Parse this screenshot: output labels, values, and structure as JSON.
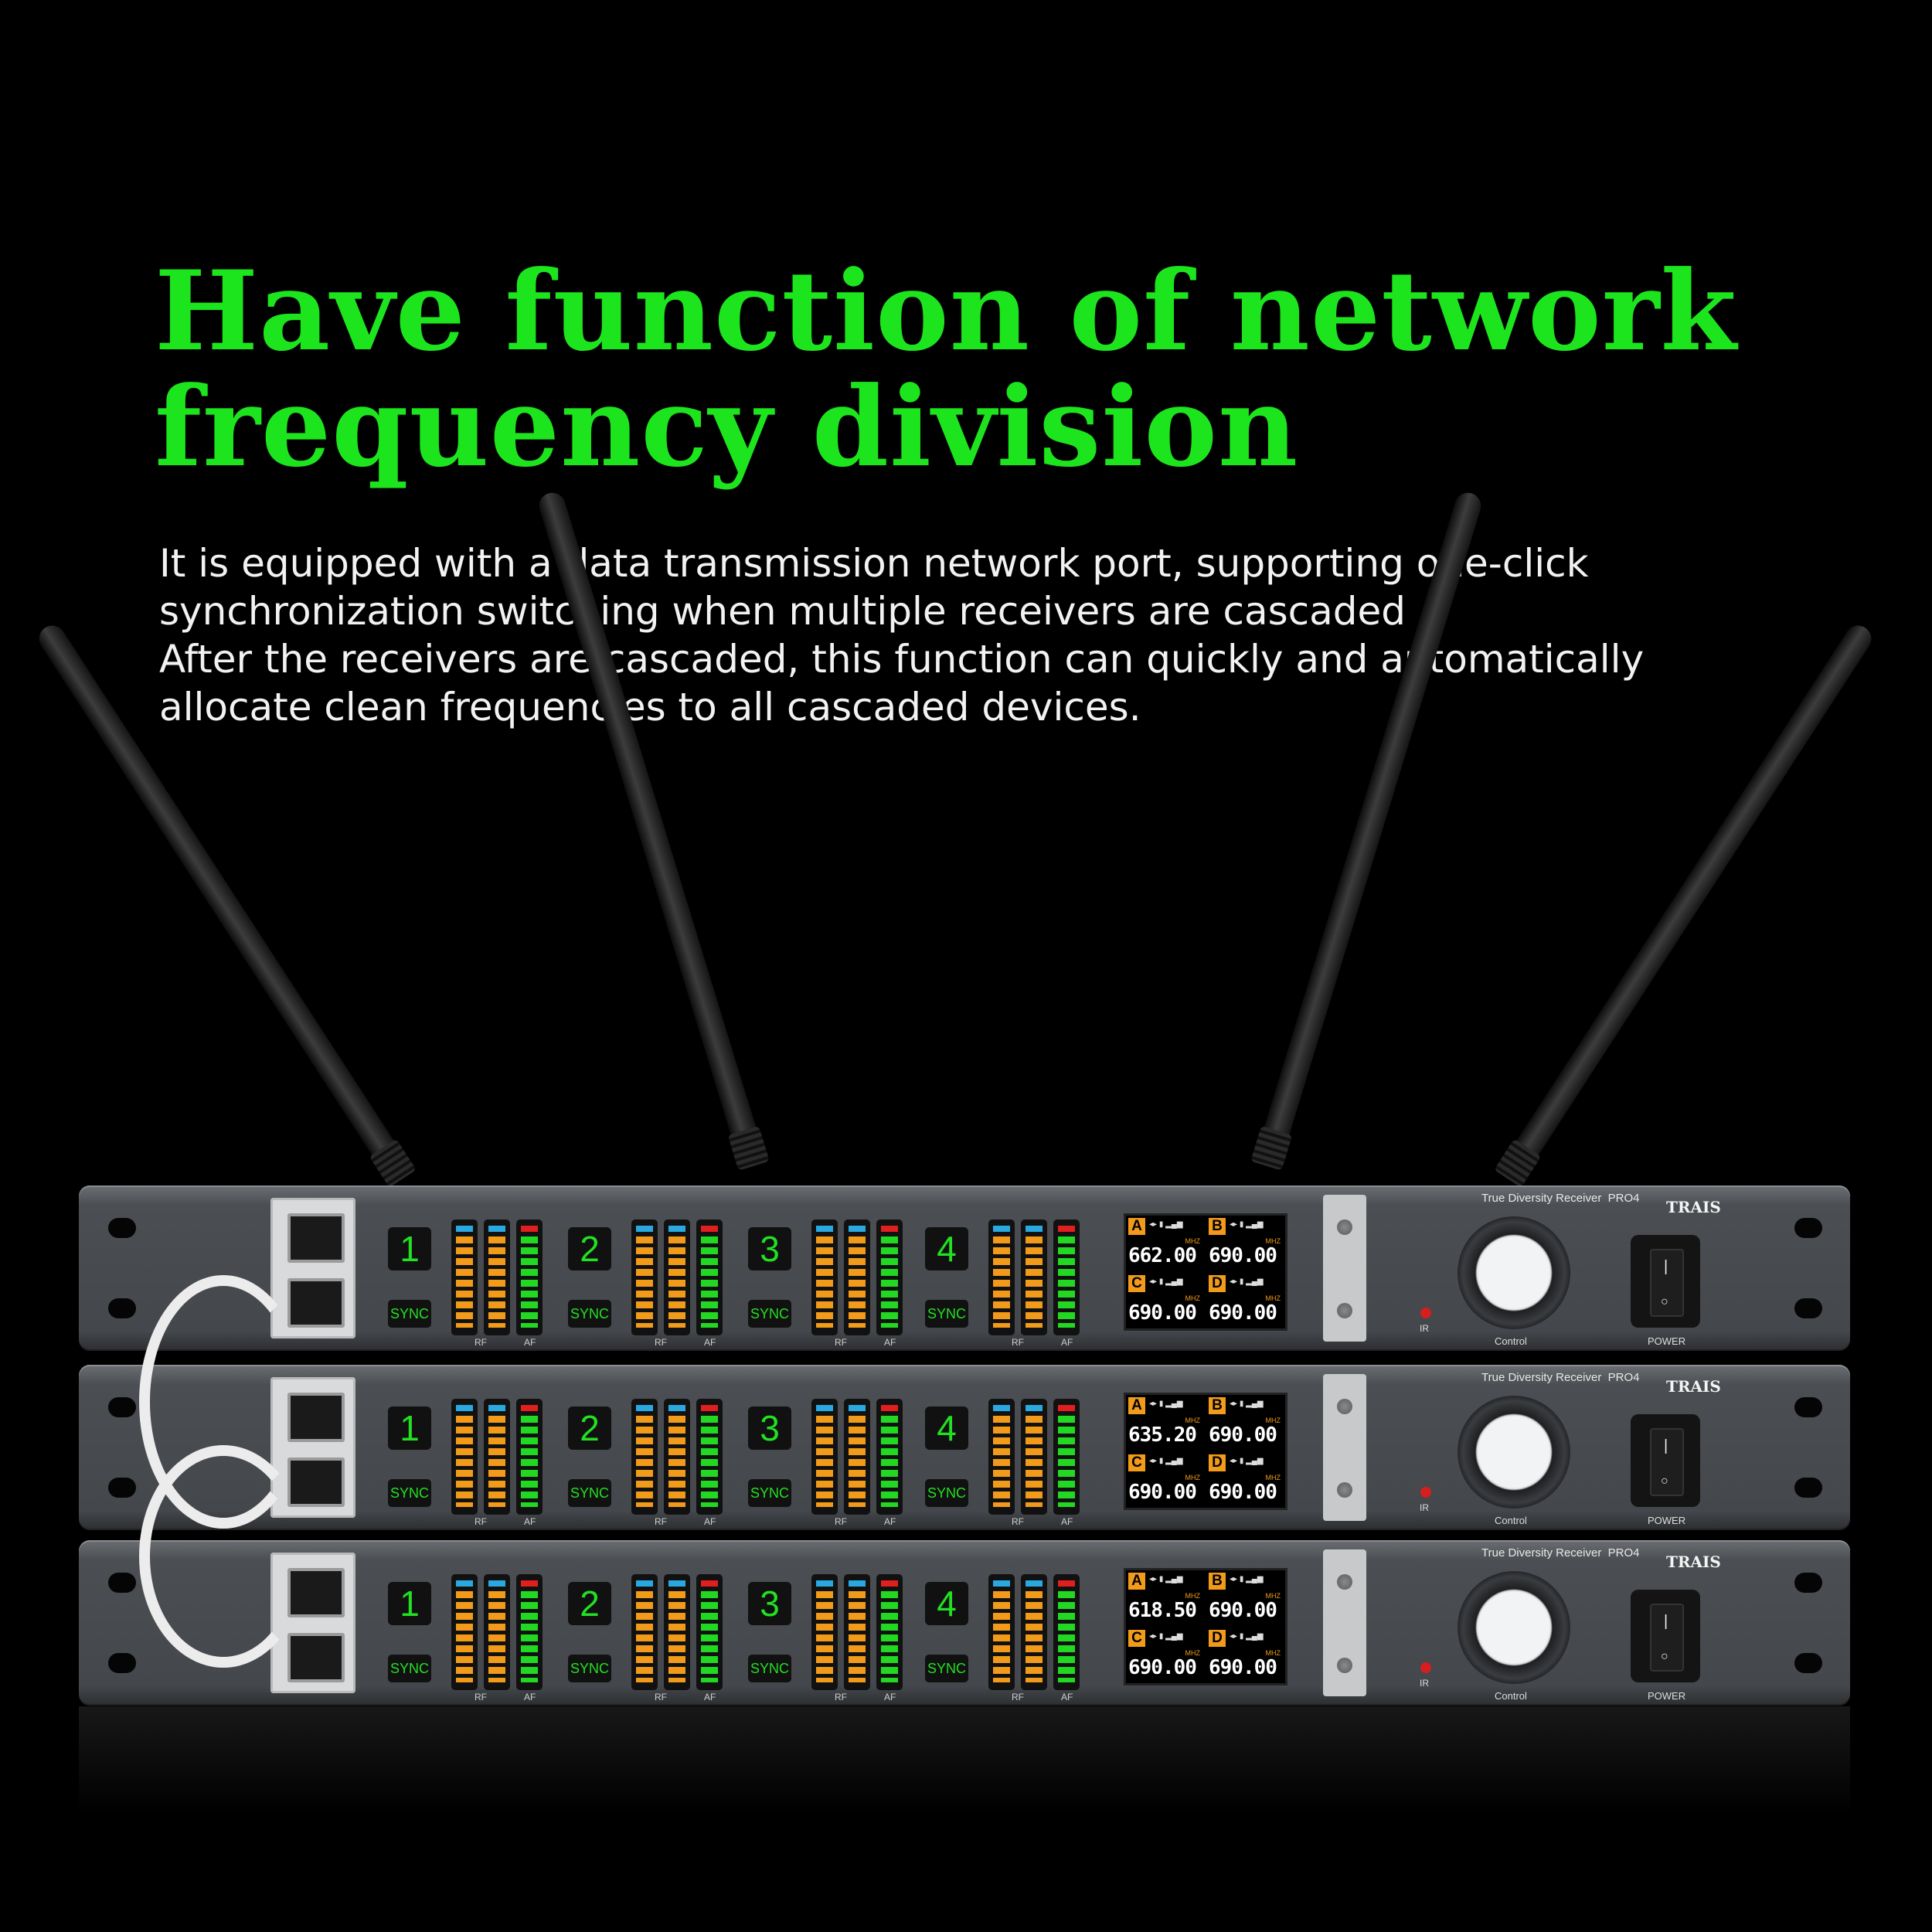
{
  "headline": {
    "line1": "Have function of network",
    "line2": "frequency division"
  },
  "description": {
    "line1": "It is equipped with a data transmission network port, supporting one-click",
    "line2": "synchronization switching when multiple receivers are cascaded",
    "line3": "After the receivers are cascaded, this function can quickly and automatically",
    "line4": "allocate clean frequencies to all cascaded devices."
  },
  "device": {
    "model_text": "True Diversity Receiver",
    "model_code": "PRO4",
    "brand": "TRAIS",
    "control_label": "Control",
    "power_label": "POWER",
    "ir_label": "IR",
    "sync_label": "SYNC",
    "rf_label": "RF",
    "af_label": "AF",
    "mhz_label": "MHZ",
    "channels": [
      "1",
      "2",
      "3",
      "4"
    ],
    "lcd_tags": [
      "A",
      "B",
      "C",
      "D"
    ]
  },
  "units": [
    {
      "frequencies": [
        "662.00",
        "690.00",
        "690.00",
        "690.00"
      ]
    },
    {
      "frequencies": [
        "635.20",
        "690.00",
        "690.00",
        "690.00"
      ]
    },
    {
      "frequencies": [
        "618.50",
        "690.00",
        "690.00",
        "690.00"
      ]
    }
  ],
  "colors": {
    "headline": "#1de51d",
    "rf_meter": "#f29b1a",
    "af_meter": "#22d822",
    "rf_cap": "#2aa9e0",
    "af_cap": "#e01f1f"
  }
}
